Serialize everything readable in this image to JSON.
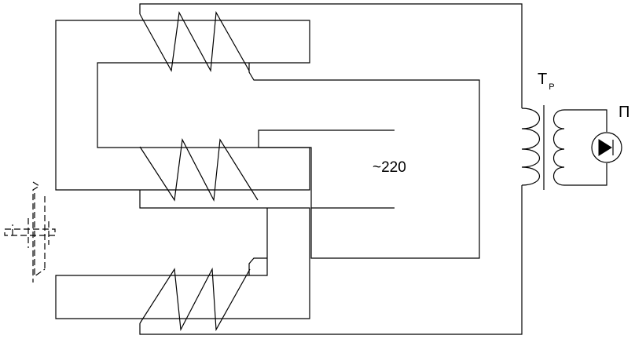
{
  "labels": {
    "voltage": "~220",
    "transformer_main": "T",
    "transformer_sub": "P",
    "indicator": "П"
  },
  "components": {
    "diode_icon": "diode-icon"
  },
  "colors": {
    "line": "#000000",
    "background": "#ffffff"
  }
}
